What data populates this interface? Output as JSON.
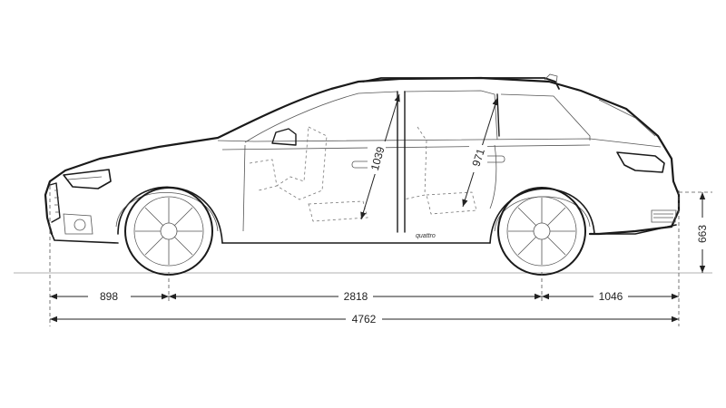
{
  "dimensions": {
    "front_overhang": "898",
    "wheelbase": "2818",
    "rear_overhang": "1046",
    "overall_length": "4762",
    "height": "663",
    "front_headroom": "1039",
    "rear_headroom": "971"
  },
  "badge_text": "quattro",
  "colors": {
    "line": "#1a1a1a",
    "background": "#ffffff"
  }
}
